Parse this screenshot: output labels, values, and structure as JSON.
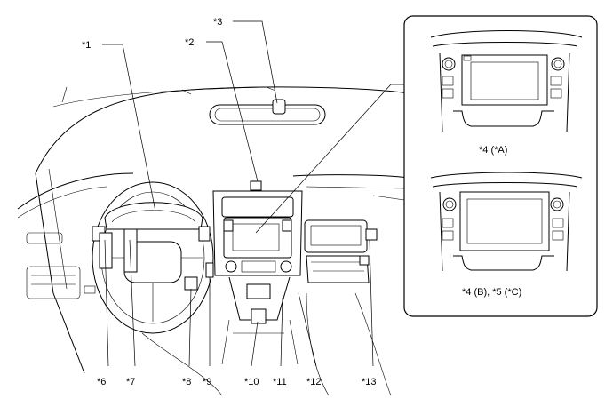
{
  "callouts": {
    "c1": "*1",
    "c2": "*2",
    "c3": "*3",
    "c6": "*6",
    "c7": "*7",
    "c8": "*8",
    "c9": "*9",
    "c10": "*10",
    "c11": "*11",
    "c12": "*12",
    "c13": "*13"
  },
  "inset": {
    "top_caption": "*4 (*A)",
    "bottom_caption": "*4 (B), *5 (*C)"
  }
}
